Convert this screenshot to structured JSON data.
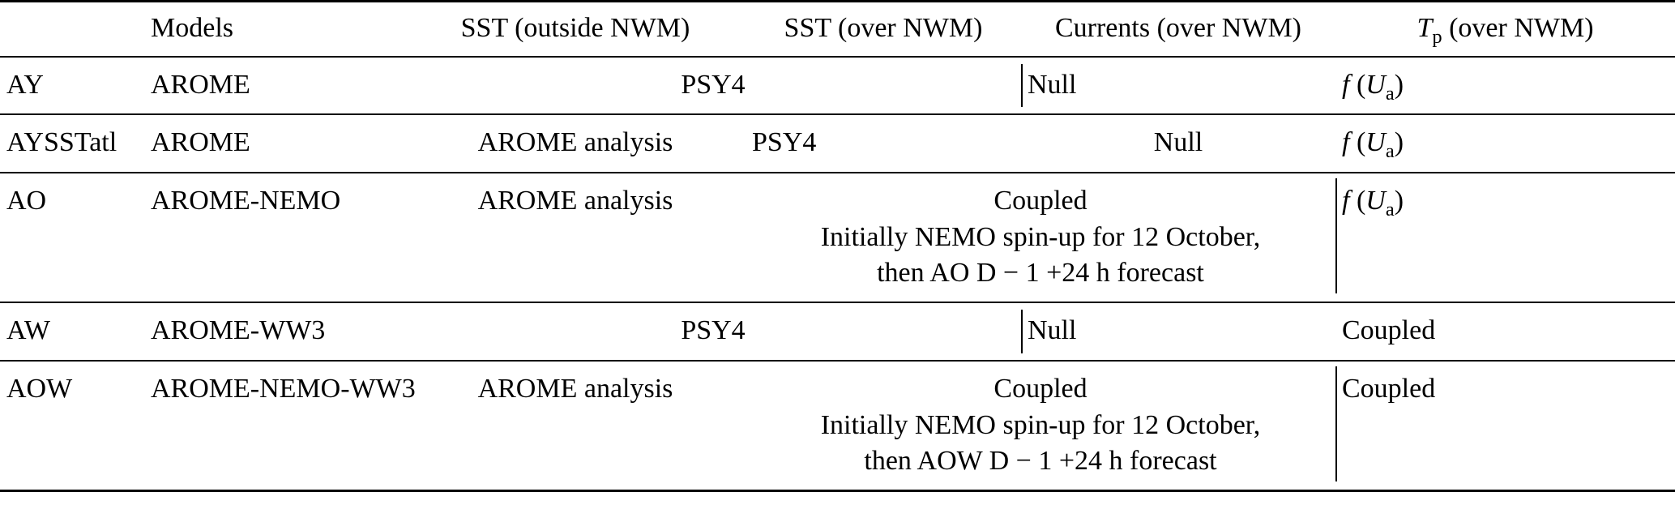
{
  "table": {
    "columns": [
      {
        "key": "tag",
        "label": ""
      },
      {
        "key": "models",
        "label": "Models"
      },
      {
        "key": "sstout",
        "label": "SST (outside NWM)"
      },
      {
        "key": "sstnwm",
        "label": "SST (over NWM)"
      },
      {
        "key": "curr",
        "label": "Currents (over NWM)"
      },
      {
        "key": "tp",
        "label_pre": "T",
        "label_sub": "p",
        "label_post": " (over NWM)"
      }
    ],
    "rows": [
      {
        "tag": "AY",
        "models": "AROME",
        "sst_span": "PSY4",
        "currents": "Null",
        "tp_pre": "f",
        "tp_open": " (",
        "tp_var": "U",
        "tp_sub": "a",
        "tp_close": ")"
      },
      {
        "tag": "AYSSTatl",
        "models": "AROME",
        "sst_outside": "AROME analysis",
        "sst_nwm": "PSY4",
        "currents": "Null",
        "tp_pre": "f",
        "tp_open": " (",
        "tp_var": "U",
        "tp_sub": "a",
        "tp_close": ")"
      },
      {
        "tag": "AO",
        "models": "AROME-NEMO",
        "sst_outside": "AROME analysis",
        "coupled_span": "Coupled",
        "note_line1": "Initially NEMO spin-up for 12 October,",
        "note_line2": "then AO D − 1 +24 h forecast",
        "tp_pre": "f",
        "tp_open": " (",
        "tp_var": "U",
        "tp_sub": "a",
        "tp_close": ")"
      },
      {
        "tag": "AW",
        "models": "AROME-WW3",
        "sst_span": "PSY4",
        "currents": "Null",
        "tp_text": "Coupled"
      },
      {
        "tag": "AOW",
        "models": "AROME-NEMO-WW3",
        "sst_outside": "AROME analysis",
        "coupled_span": "Coupled",
        "note_line1": "Initially NEMO spin-up for 12 October,",
        "note_line2": "then AOW D − 1 +24 h forecast",
        "tp_text": "Coupled"
      }
    ]
  },
  "colors": {
    "rule": "#000000",
    "text": "#000000",
    "background": "#ffffff"
  }
}
